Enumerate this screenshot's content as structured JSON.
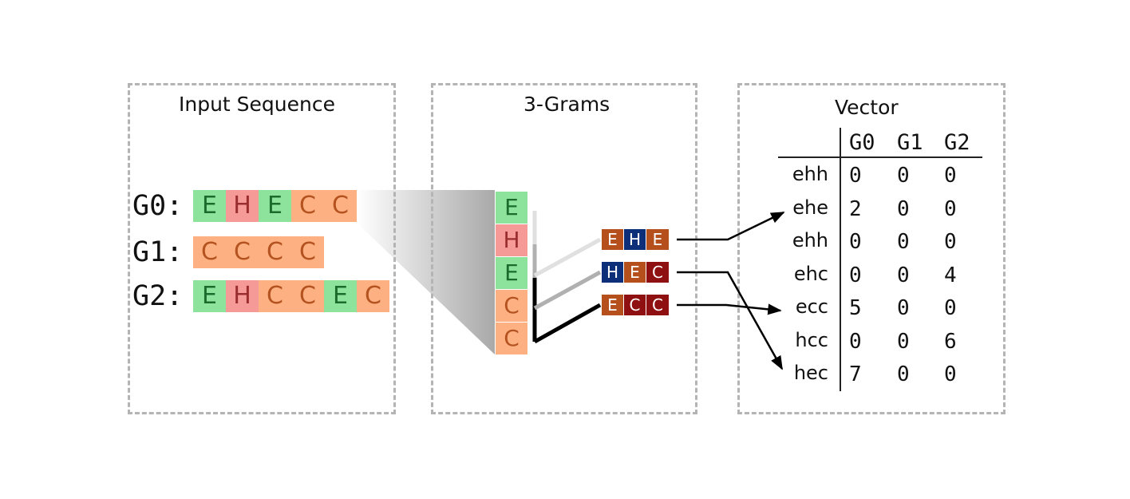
{
  "panels": {
    "input_title": "Input Sequence",
    "grams_title": "3-Grams",
    "vector_title": "Vector"
  },
  "sequences": [
    {
      "label": "G0:",
      "letters": [
        "E",
        "H",
        "E",
        "C",
        "C"
      ]
    },
    {
      "label": "G1:",
      "letters": [
        "C",
        "C",
        "C",
        "C"
      ]
    },
    {
      "label": "G2:",
      "letters": [
        "E",
        "H",
        "C",
        "C",
        "E",
        "C"
      ]
    }
  ],
  "vertical_sequence": [
    "E",
    "H",
    "E",
    "C",
    "C"
  ],
  "three_grams": [
    [
      "E",
      "H",
      "E"
    ],
    [
      "H",
      "E",
      "C"
    ],
    [
      "E",
      "C",
      "C"
    ]
  ],
  "colors": {
    "E_bg": "#8de39b",
    "H_bg": "#f59a96",
    "C_bg": "#fdb183",
    "tri_E": "#b5501c",
    "tri_H": "#0d2f7a",
    "tri_C": "#8f1010"
  },
  "table": {
    "columns": [
      "G0",
      "G1",
      "G2"
    ],
    "rows": [
      {
        "label": "ehh",
        "values": [
          "0",
          "0",
          "0"
        ]
      },
      {
        "label": "ehe",
        "values": [
          "2",
          "0",
          "0"
        ]
      },
      {
        "label": "ehh",
        "values": [
          "0",
          "0",
          "0"
        ]
      },
      {
        "label": "ehc",
        "values": [
          "0",
          "0",
          "4"
        ]
      },
      {
        "label": "ecc",
        "values": [
          "5",
          "0",
          "0"
        ]
      },
      {
        "label": "hcc",
        "values": [
          "0",
          "0",
          "6"
        ]
      },
      {
        "label": "hec",
        "values": [
          "7",
          "0",
          "0"
        ]
      }
    ]
  }
}
